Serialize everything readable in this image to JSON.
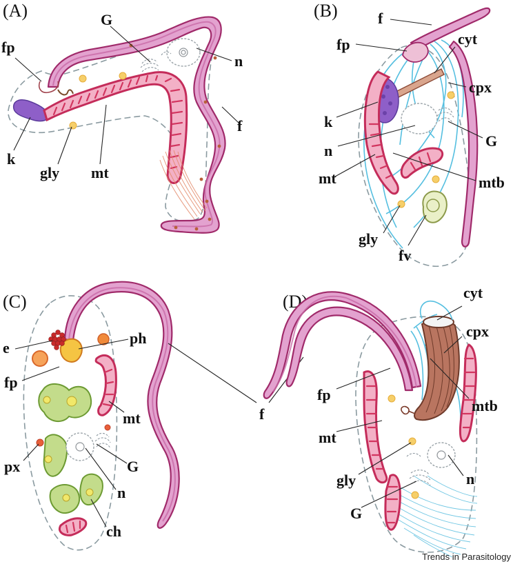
{
  "figure": {
    "credit": "Trends in Parasitology",
    "panels": [
      {
        "letter": "(A)",
        "labels": {
          "fp": "fp",
          "G": "G",
          "n": "n",
          "f": "f",
          "k": "k",
          "gly": "gly",
          "mt": "mt"
        }
      },
      {
        "letter": "(B)",
        "labels": {
          "f": "f",
          "fp": "fp",
          "cyt": "cyt",
          "cpx": "cpx",
          "k": "k",
          "n": "n",
          "G": "G",
          "mt": "mt",
          "mtb": "mtb",
          "gly": "gly",
          "fv": "fv"
        }
      },
      {
        "letter": "(C)",
        "labels": {
          "e": "e",
          "ph": "ph",
          "fp": "fp",
          "mt": "mt",
          "G": "G",
          "px": "px",
          "n": "n",
          "ch": "ch"
        }
      },
      {
        "letter": "(D)",
        "labels": {
          "cyt": "cyt",
          "cpx": "cpx",
          "fp": "fp",
          "mtb": "mtb",
          "mt": "mt",
          "n": "n",
          "gly": "gly",
          "G": "G"
        }
      }
    ],
    "shared_labels": {
      "f": "f"
    }
  },
  "colors": {
    "flagellum": "#e3a2cf",
    "flagellum_edge": "#a02a6a",
    "mitochondrion": "#f3b0c6",
    "mitochondrion_edge": "#c42c5a",
    "glycosome": "#f6cf6a",
    "kinetoplast": "#8e5fc8",
    "microtubules": "#55bfe0",
    "chloroplast": "#c3dc8b",
    "cytostome": "#a86a50",
    "outline": "#8a9aa0"
  }
}
